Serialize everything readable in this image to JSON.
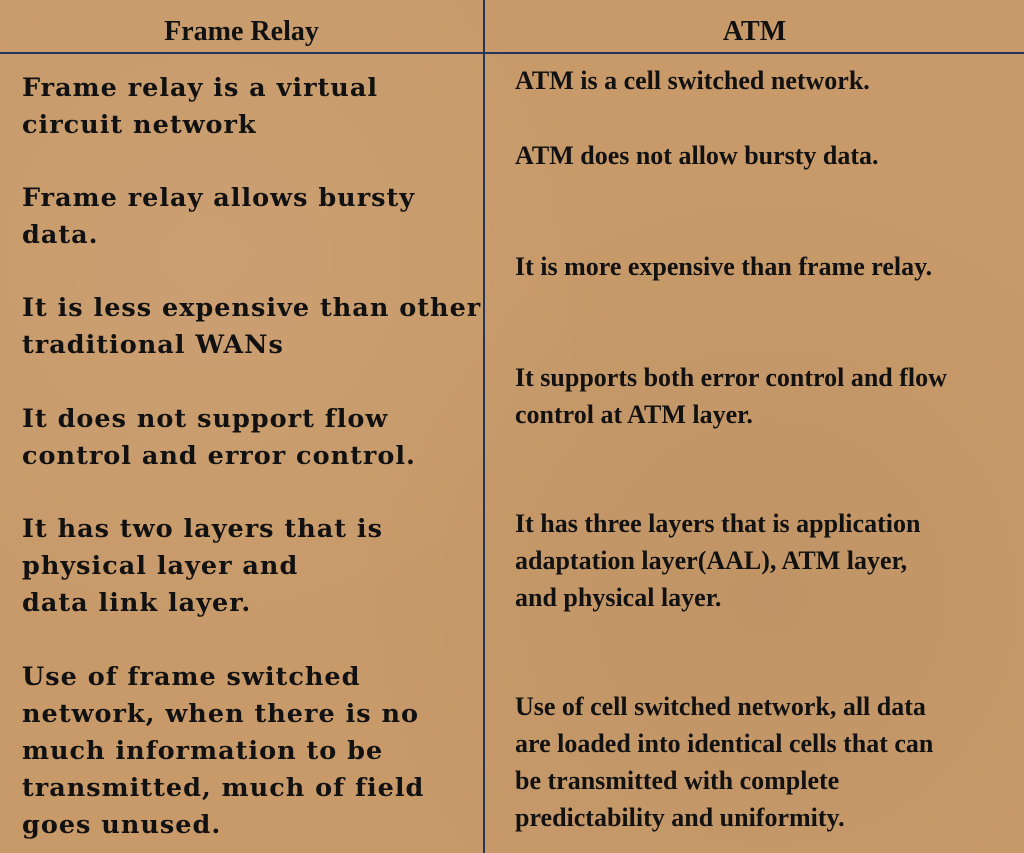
{
  "table": {
    "headers": [
      "Frame Relay",
      "ATM"
    ],
    "frame_relay": [
      "Frame relay is a virtual\ncircuit network",
      "Frame relay allows bursty\n data.",
      "It is less expensive than other\n traditional WANs",
      "It does not support flow\ncontrol and error control.",
      "It has two layers that is\nphysical layer and\ndata link layer.",
      "Use of frame switched\nnetwork, when there is no\nmuch information to be\ntransmitted, much of field\ngoes unused."
    ],
    "atm": [
      "ATM is a cell switched network.",
      "ATM does not allow bursty data.",
      "It is more expensive than frame relay.",
      "It supports both error control and flow\ncontrol at ATM layer.",
      "It has three layers that is application\nadaptation layer(AAL), ATM layer,\nand physical layer.",
      "Use of cell switched network, all data\nare loaded into identical cells that can\nbe transmitted with complete\n predictability and uniformity."
    ]
  }
}
